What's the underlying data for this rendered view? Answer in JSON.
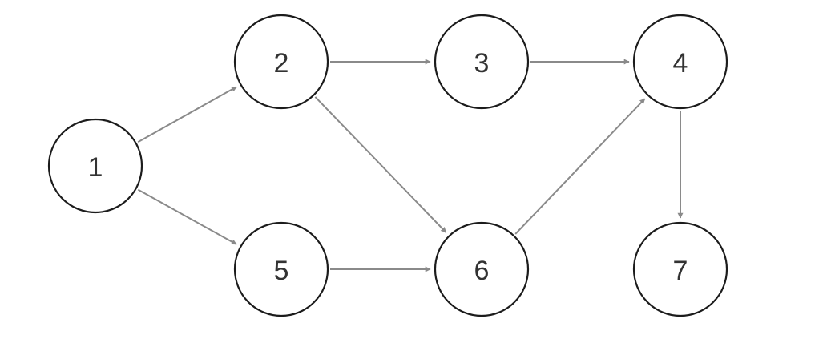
{
  "diagram": {
    "colors": {
      "node_stroke": "#1c1c1c",
      "node_fill": "#ffffff",
      "edge": "#8a8a8a",
      "label": "#333333"
    },
    "nodes": [
      {
        "id": "1",
        "label": "1"
      },
      {
        "id": "2",
        "label": "2"
      },
      {
        "id": "3",
        "label": "3"
      },
      {
        "id": "4",
        "label": "4"
      },
      {
        "id": "5",
        "label": "5"
      },
      {
        "id": "6",
        "label": "6"
      },
      {
        "id": "7",
        "label": "7"
      }
    ],
    "edges": [
      {
        "from": "1",
        "to": "2"
      },
      {
        "from": "1",
        "to": "5"
      },
      {
        "from": "2",
        "to": "3"
      },
      {
        "from": "2",
        "to": "6"
      },
      {
        "from": "3",
        "to": "4"
      },
      {
        "from": "5",
        "to": "6"
      },
      {
        "from": "6",
        "to": "4"
      },
      {
        "from": "4",
        "to": "7"
      }
    ]
  }
}
